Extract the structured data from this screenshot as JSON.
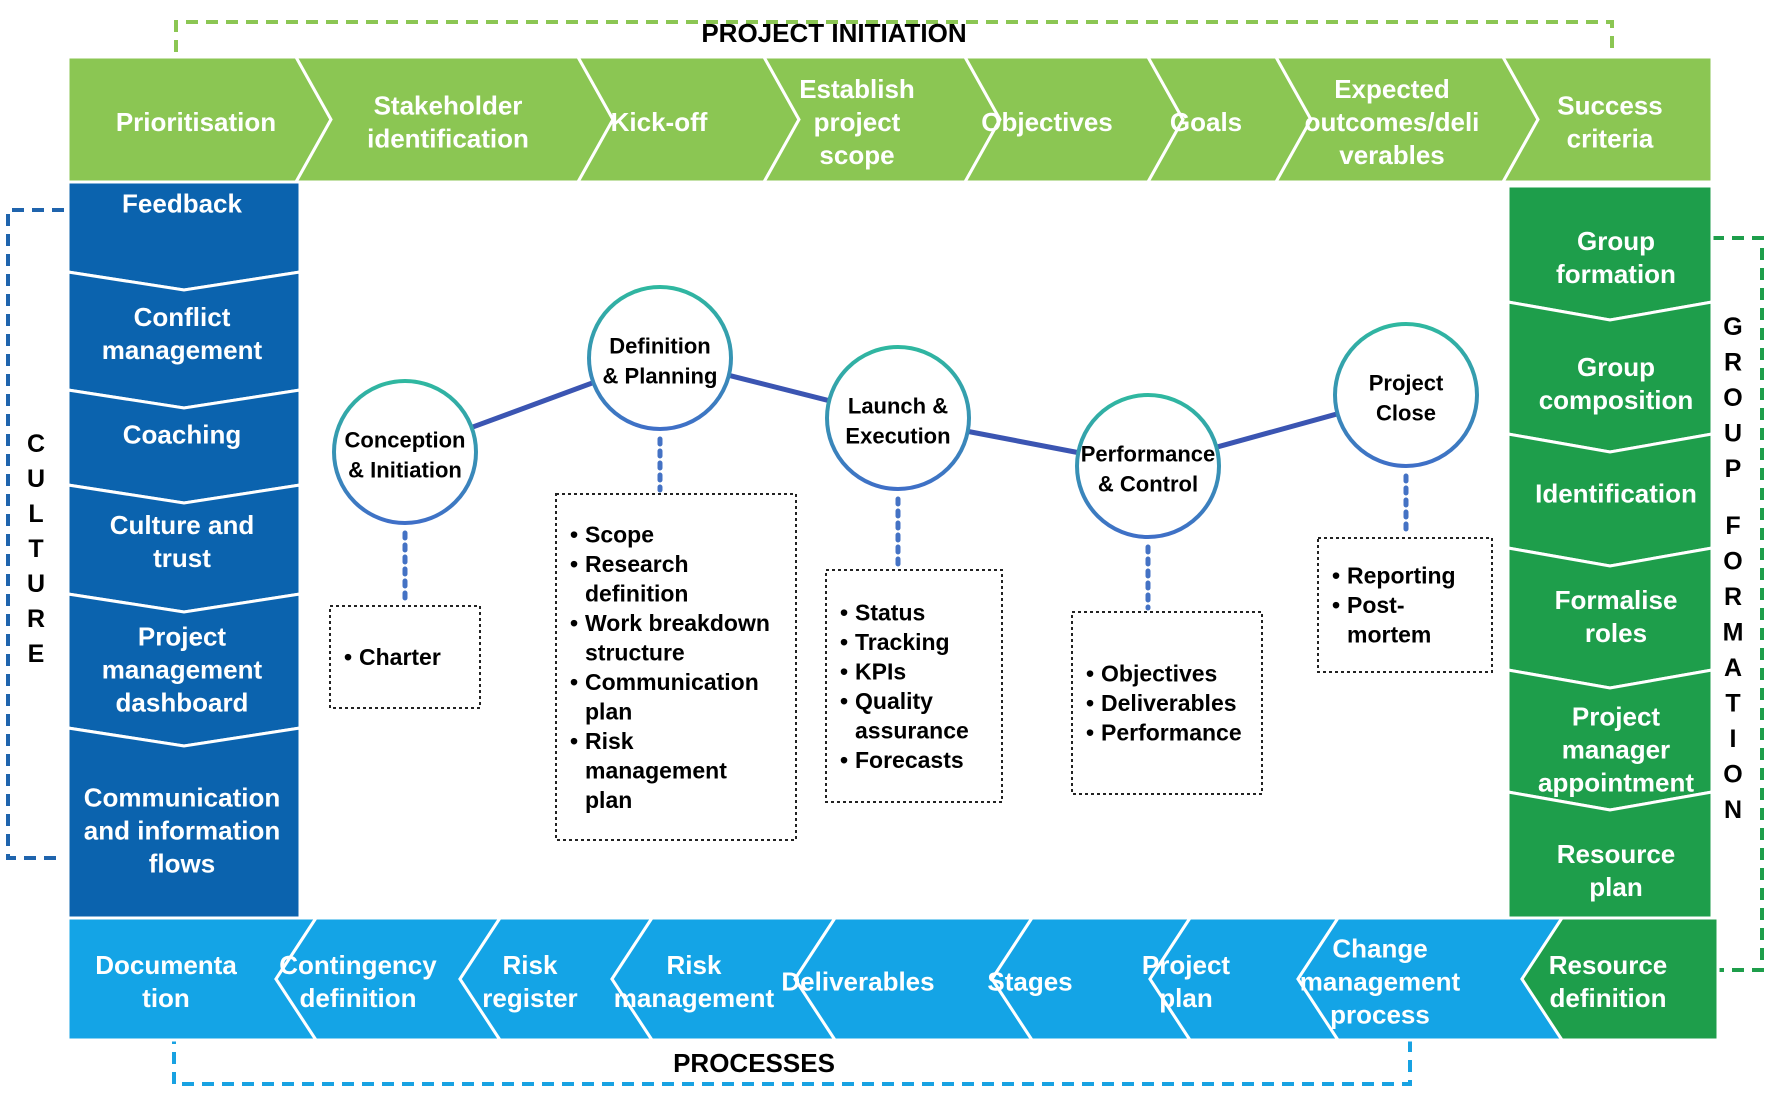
{
  "colors": {
    "green_light": "#8bc653",
    "green_dark": "#1e9e4b",
    "blue_dark": "#0b63ae",
    "blue_light": "#14a4e6",
    "line": "#3b55b2",
    "dot": "#4472c4",
    "dash_green": "#8bc653",
    "dash_blue_dark": "#1f64ad",
    "dash_blue_light": "#18a2e2",
    "dash_green_dark": "#1e9e4b"
  },
  "frames": {
    "project_initiation": "PROJECT INITIATION",
    "processes": "PROCESSES",
    "culture": "CULTURE",
    "group_formation": "GROUP FORMATION"
  },
  "top_row": [
    [
      "Prioritisation"
    ],
    [
      "Stakeholder",
      "identification"
    ],
    [
      "Kick-off"
    ],
    [
      "Establish",
      "project",
      "scope"
    ],
    [
      "Objectives"
    ],
    [
      "Goals"
    ],
    [
      "Expected",
      "outcomes/deli",
      "verables"
    ],
    [
      "Success",
      "criteria"
    ]
  ],
  "left_column": [
    [
      "Feedback"
    ],
    [
      "Conflict",
      "management"
    ],
    [
      "Coaching"
    ],
    [
      "Culture and",
      "trust"
    ],
    [
      "Project",
      "management",
      "dashboard"
    ],
    [
      "Communication",
      "and information",
      "flows"
    ]
  ],
  "right_column": [
    [
      "Group",
      "formation"
    ],
    [
      "Group",
      "composition"
    ],
    [
      "Identification"
    ],
    [
      "Formalise",
      "roles"
    ],
    [
      "Project",
      "manager",
      "appointment"
    ],
    [
      "Resource",
      "plan"
    ]
  ],
  "bottom_row": [
    [
      "Documenta",
      "tion"
    ],
    [
      "Contingency",
      "definition"
    ],
    [
      "Risk",
      "register"
    ],
    [
      "Risk",
      "management"
    ],
    [
      "Deliverables"
    ],
    [
      "Stages"
    ],
    [
      "Project",
      "plan"
    ],
    [
      "Change",
      "management",
      "process"
    ],
    [
      "Resource",
      "definition"
    ]
  ],
  "phases": [
    {
      "name": [
        "Conception",
        "& Initiation"
      ],
      "items": [
        [
          "Charter"
        ]
      ]
    },
    {
      "name": [
        "Definition",
        "& Planning"
      ],
      "items": [
        [
          "Scope"
        ],
        [
          "Research",
          "definition"
        ],
        [
          "Work breakdown",
          "structure"
        ],
        [
          "Communication",
          "plan"
        ],
        [
          "Risk",
          "management",
          "plan"
        ]
      ]
    },
    {
      "name": [
        "Launch &",
        "Execution"
      ],
      "items": [
        [
          "Status"
        ],
        [
          "Tracking"
        ],
        [
          " KPIs"
        ],
        [
          "Quality",
          "assurance"
        ],
        [
          "Forecasts"
        ]
      ]
    },
    {
      "name": [
        "Performance",
        "& Control"
      ],
      "items": [
        [
          "Objectives"
        ],
        [
          "Deliverables"
        ],
        [
          "Performance"
        ]
      ]
    },
    {
      "name": [
        "Project",
        "Close"
      ],
      "items": [
        [
          "Reporting"
        ],
        [
          "Post-",
          "mortem"
        ]
      ]
    }
  ]
}
